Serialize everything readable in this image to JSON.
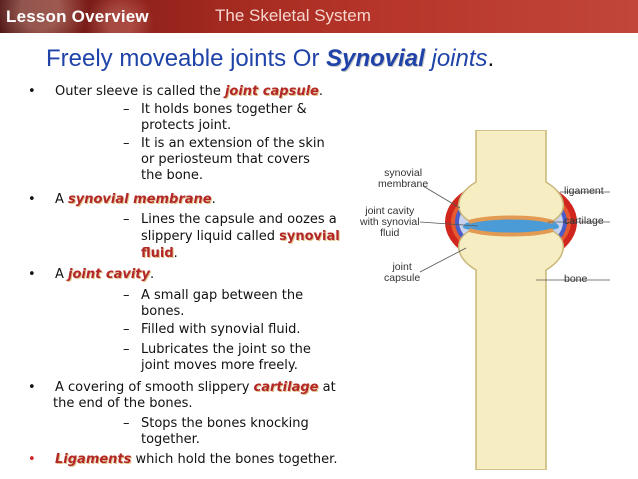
{
  "header": {
    "lesson_label": "Lesson Overview",
    "topic": "The Skeletal System"
  },
  "title": {
    "prefix": "Freely moveable joints Or ",
    "emphasis": "Synovial",
    "suffix": " joints",
    "end": "."
  },
  "content": {
    "b1_pre": "Outer sleeve is called the ",
    "b1_kw": "joint capsule",
    "b1_post": ".",
    "b1_s1_l1": "It holds bones together &",
    "b1_s1_l2": "protects joint.",
    "b1_s2_l1": "It is an extension of the skin",
    "b1_s2_l2": "or periosteum that covers",
    "b1_s2_l3": "the bone.",
    "b2_pre": "A ",
    "b2_kw": "synovial membrane",
    "b2_post": ".",
    "b2_s1_l1": "Lines the capsule and oozes a",
    "b2_s1_l2_pre": "slippery liquid called ",
    "b2_s1_l2_kw": "synovial",
    "b2_s1_l3_kw": "fluid",
    "b2_s1_l3_post": ".",
    "b3_pre": "A ",
    "b3_kw": "joint cavity",
    "b3_post": ".",
    "b3_s1_l1": "A small gap between the",
    "b3_s1_l2": "bones.",
    "b3_s2_l1": "Filled with synovial fluid.",
    "b3_s3_l1": "Lubricates the joint so the",
    "b3_s3_l2": "joint moves more freely.",
    "b4_l1_pre": "A covering of smooth slippery ",
    "b4_l1_kw": "cartilage",
    "b4_l1_post": " at",
    "b4_l2": "the end of the bones.",
    "b4_s1_l1": "Stops the bones knocking",
    "b4_s1_l2": "together.",
    "b5_kw": "Ligaments",
    "b5_post": " which hold the bones together.",
    "bullet": "•",
    "dash": "–"
  },
  "diagram": {
    "label_synovial_membrane": [
      "synovial",
      "membrane"
    ],
    "label_joint_cavity": [
      "joint cavity",
      "with synovial",
      "fluid"
    ],
    "label_joint_capsule": [
      "joint",
      "capsule"
    ],
    "label_ligament": "ligament",
    "label_cartilage": "cartilage",
    "label_bone": "bone"
  }
}
